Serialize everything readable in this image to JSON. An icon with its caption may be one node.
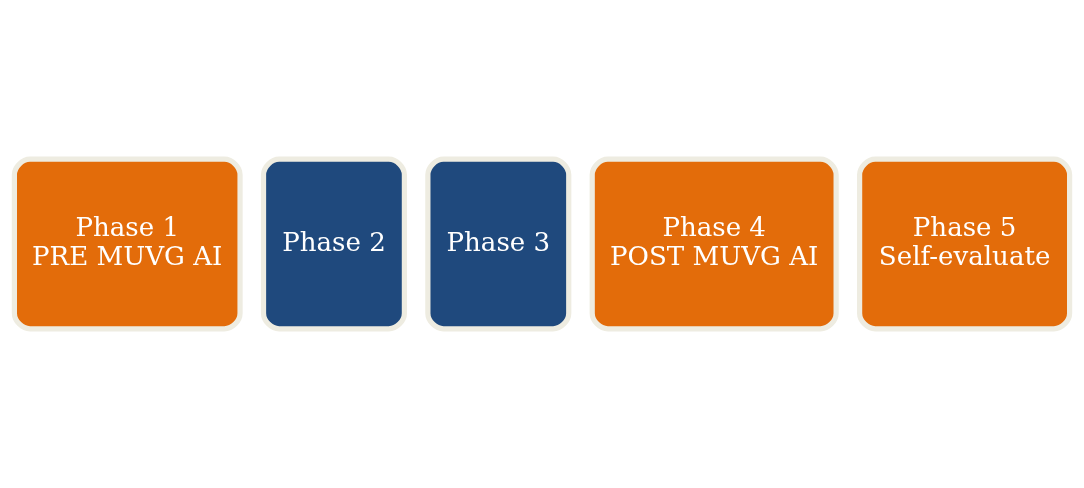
{
  "diagram": {
    "nodes": [
      {
        "text": [
          "Phase 1",
          "PRE MUVG AI"
        ]
      },
      {
        "text": [
          "Phase 2"
        ]
      },
      {
        "text": [
          "Phase 3"
        ]
      },
      {
        "text": [
          "Phase 4",
          "POST MUVG AI"
        ]
      },
      {
        "text": [
          "Phase 5",
          "Self-evaluate"
        ]
      }
    ]
  }
}
